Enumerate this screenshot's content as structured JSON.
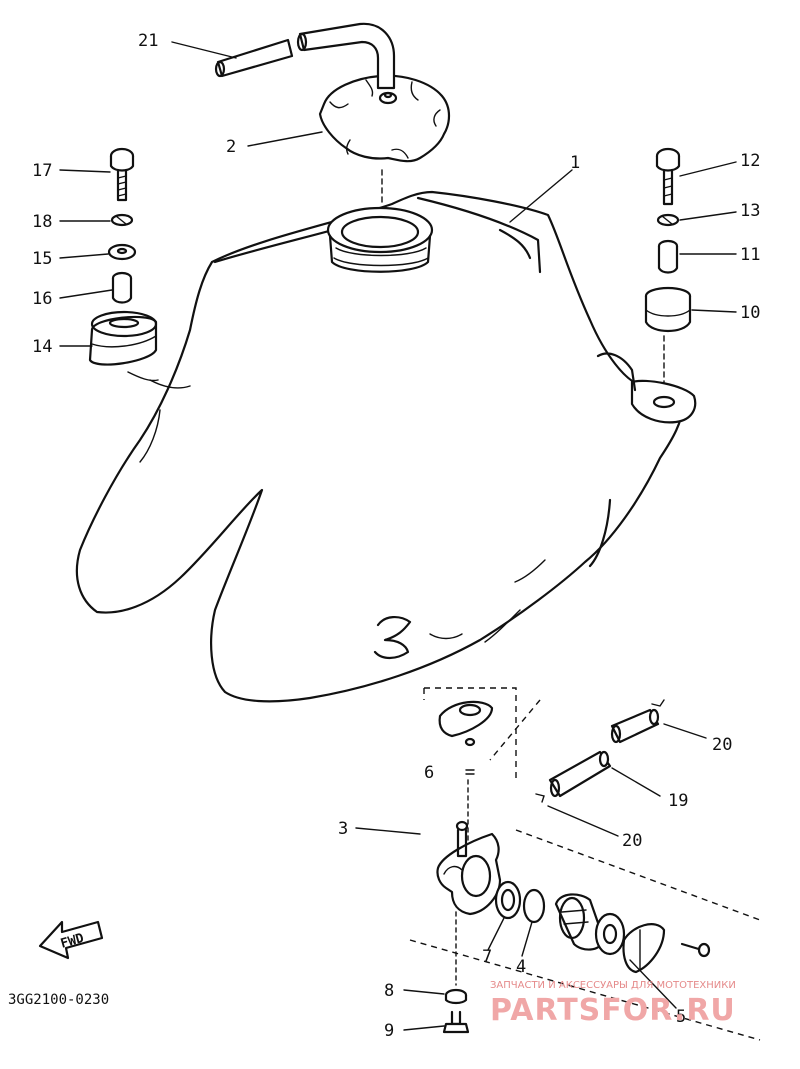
{
  "callouts": [
    {
      "id": "c21",
      "text": "21"
    },
    {
      "id": "c2",
      "text": "2"
    },
    {
      "id": "c17",
      "text": "17"
    },
    {
      "id": "c18",
      "text": "18"
    },
    {
      "id": "c15",
      "text": "15"
    },
    {
      "id": "c16",
      "text": "16"
    },
    {
      "id": "c14",
      "text": "14"
    },
    {
      "id": "c1",
      "text": "1"
    },
    {
      "id": "c12",
      "text": "12"
    },
    {
      "id": "c13",
      "text": "13"
    },
    {
      "id": "c11",
      "text": "11"
    },
    {
      "id": "c10",
      "text": "10"
    },
    {
      "id": "c20a",
      "text": "20"
    },
    {
      "id": "c19",
      "text": "19"
    },
    {
      "id": "c20b",
      "text": "20"
    },
    {
      "id": "c6",
      "text": "6"
    },
    {
      "id": "c3",
      "text": "3"
    },
    {
      "id": "c7",
      "text": "7"
    },
    {
      "id": "c4",
      "text": "4"
    },
    {
      "id": "c5",
      "text": "5"
    },
    {
      "id": "c8",
      "text": "8"
    },
    {
      "id": "c9",
      "text": "9"
    }
  ],
  "fwd_label": "FWD",
  "diagram_code": "3GG2100-0230",
  "watermark": {
    "tagline": "ЗАПЧАСТИ И АКСЕССУАРЫ ДЛЯ МОТОТЕХНИКИ",
    "brand": "PARTSFOR.RU",
    "color": "#f0a7a7"
  }
}
